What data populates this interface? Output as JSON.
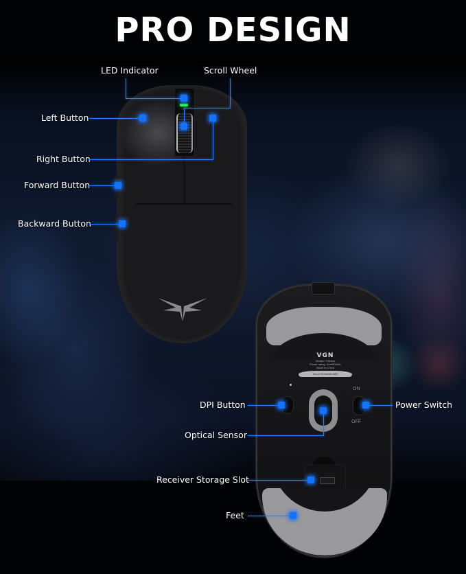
{
  "title": "PRO DESIGN",
  "colors": {
    "background": "#000000",
    "accent_blue": "#1673ff",
    "led_green": "#2cff4a",
    "feet_gray": "#9a9a9d",
    "text": "#ffffff"
  },
  "top_view_callouts": [
    {
      "id": "led-indicator",
      "label": "LED Indicator"
    },
    {
      "id": "scroll-wheel",
      "label": "Scroll Wheel"
    },
    {
      "id": "left-button",
      "label": "Left Button"
    },
    {
      "id": "right-button",
      "label": "Right Button"
    },
    {
      "id": "forward-button",
      "label": "Forward Button"
    },
    {
      "id": "backward-button",
      "label": "Backward Button"
    }
  ],
  "bottom_view_callouts": [
    {
      "id": "dpi-button",
      "label": "DPI Button"
    },
    {
      "id": "power-switch",
      "label": "Power Switch"
    },
    {
      "id": "optical-sensor",
      "label": "Optical Sensor"
    },
    {
      "id": "receiver-storage-slot",
      "label": "Receiver Storage Slot"
    },
    {
      "id": "feet",
      "label": "Feet"
    }
  ],
  "mouse_underside": {
    "brand": "VGN",
    "model_line": "Model: F1Moba",
    "power_line": "Power rating: 5V⎓500mA",
    "origin_line": "Made in China",
    "serial": "SALA72GA00D1885",
    "switch_on": "ON",
    "switch_off": "OFF"
  }
}
